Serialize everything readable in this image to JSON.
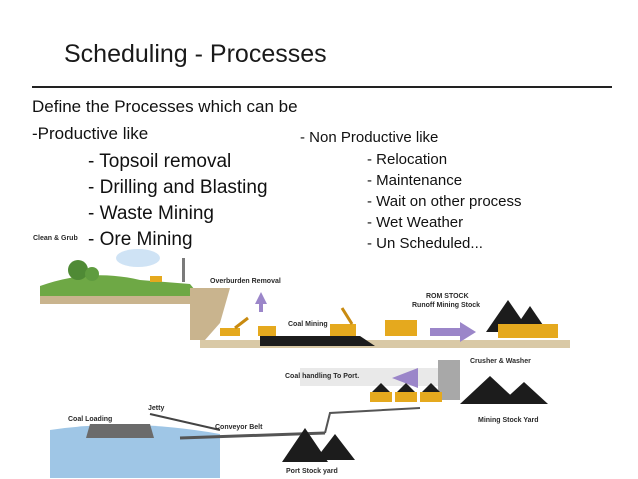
{
  "slide": {
    "title": "Scheduling - Processes",
    "intro": "Define the Processes which can be",
    "productive": {
      "heading": "-Productive like",
      "items": [
        "- Topsoil removal",
        "- Drilling and Blasting",
        "- Waste Mining",
        "- Ore Mining"
      ]
    },
    "non_productive": {
      "heading": "- Non Productive like",
      "items": [
        "- Relocation",
        "- Maintenance",
        "- Wait on other process",
        "- Wet Weather",
        "- Un Scheduled..."
      ]
    }
  },
  "diagram": {
    "labels": {
      "clean_grub": "Clean & Grub",
      "overburden": "Overburden Removal",
      "coal_mining": "Coal Mining",
      "rom_stock": "ROM STOCK",
      "runoff": "Runoff Mining Stock",
      "crusher": "Crusher & Washer",
      "coal_handling": "Coal handling To Port.",
      "mining_stock_yard": "Mining Stock Yard",
      "coal_loading": "Coal Loading",
      "jetty": "Jetty",
      "conveyor": "Conveyor Belt",
      "port_stock_yard": "Port Stock yard"
    },
    "colors": {
      "arrow": "#9b86c9",
      "coal": "#1c1c1c",
      "truck": "#e5a91e",
      "water": "#9fc6e6",
      "grass": "#6ea845"
    }
  }
}
